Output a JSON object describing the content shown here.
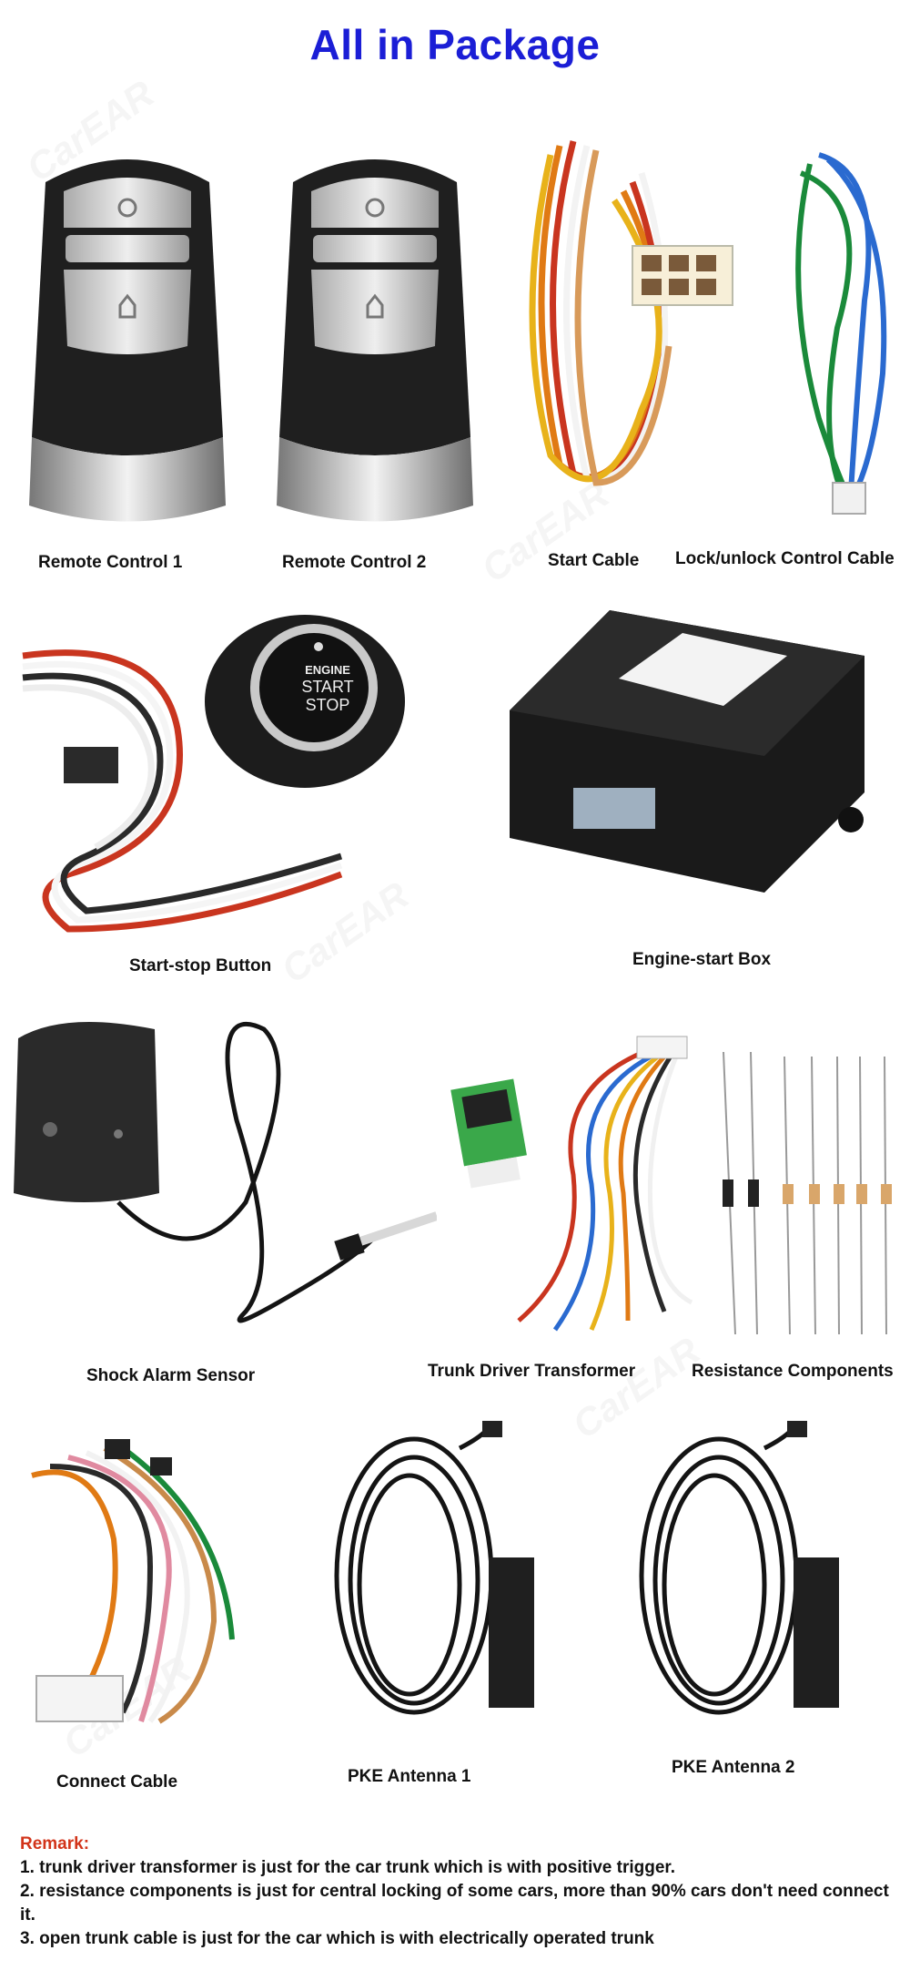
{
  "title": "All in Package",
  "watermark": "CarEAR",
  "items": {
    "remote1": "Remote Control 1",
    "remote2": "Remote Control 2",
    "start_cable": "Start Cable",
    "lock_cable": "Lock/unlock Control Cable",
    "start_stop_button": "Start-stop Button",
    "button_text": [
      "ENGINE",
      "START",
      "STOP"
    ],
    "engine_box": "Engine-start Box",
    "shock_sensor": "Shock Alarm Sensor",
    "trunk_transformer": "Trunk Driver Transformer",
    "resistance": "Resistance Components",
    "connect_cable": "Connect Cable",
    "pke1": "PKE Antenna 1",
    "pke2": "PKE Antenna 2"
  },
  "remark": {
    "heading": "Remark:",
    "lines": [
      "1. trunk driver transformer is just for the car trunk which is with positive trigger.",
      "2. resistance components is just for central locking of some cars, more than 90% cars don't need connect it.",
      "3. open trunk cable is just for the car which is with electrically operated trunk"
    ]
  },
  "colors": {
    "title": "#1b1ed6",
    "remark_heading": "#d2341a"
  }
}
